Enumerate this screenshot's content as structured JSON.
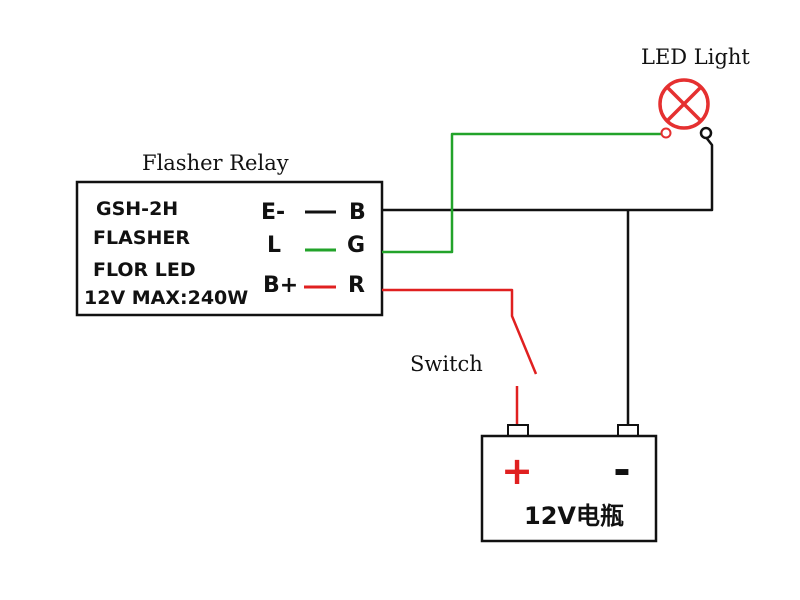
{
  "labels": {
    "relay_title": "Flasher Relay",
    "led_title": "LED Light",
    "switch_title": "Switch"
  },
  "relay": {
    "model": "GSH-2H",
    "line2": "FLASHER",
    "line3": "FLOR LED",
    "rating": "12V MAX:240W",
    "pins_left": [
      "E-",
      "L",
      "B+"
    ],
    "pins_right": [
      "B",
      "G",
      "R"
    ]
  },
  "battery": {
    "plus": "+",
    "minus": "-",
    "label": "12V电瓶"
  },
  "colors": {
    "wire_ground": "#111111",
    "wire_signal": "#22a32a",
    "wire_power": "#e02020",
    "led": "#e53030"
  }
}
